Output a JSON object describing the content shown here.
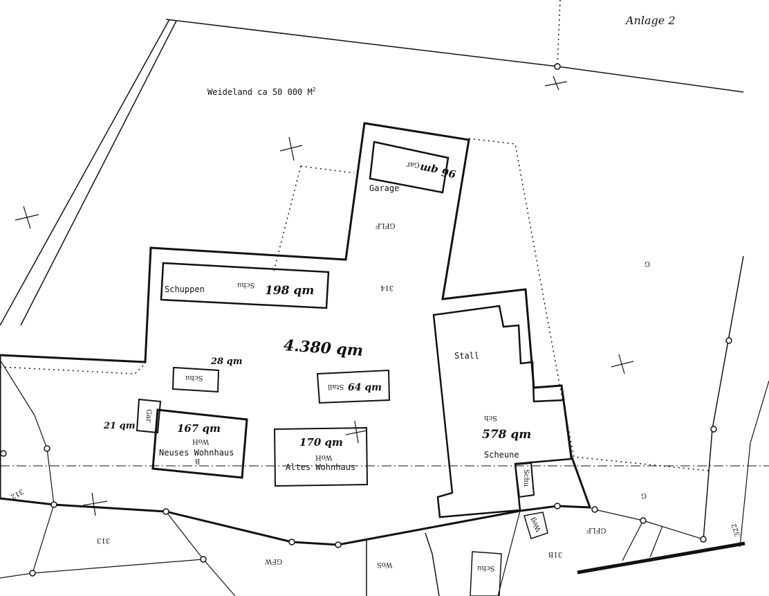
{
  "header": {
    "annex": "Anlage 2"
  },
  "pasture": {
    "label": "Weideland  ca 50 000 M",
    "sup": "2"
  },
  "total_area": "4.380 qm",
  "buildings": [
    {
      "name": "Garage",
      "code": "Gar",
      "area": "96 qm"
    },
    {
      "name": "Schuppen",
      "code": "Schu",
      "area": "198 qm"
    },
    {
      "name": "",
      "code": "Schu",
      "area": "28 qm"
    },
    {
      "name": "",
      "code": "Stall",
      "area": "64 qm"
    },
    {
      "name": "Stall",
      "code": "",
      "area": ""
    },
    {
      "name": "Scheune",
      "code": "Sch",
      "area": "578 qm"
    },
    {
      "name": "Neuses Wohnhaus",
      "code": "WoH",
      "area": "167 qm",
      "extra": "B"
    },
    {
      "name": "Altes Wohnhaus",
      "code": "WoH",
      "area": "170 qm"
    },
    {
      "name": "",
      "code": "Gar",
      "area": "21 qm"
    },
    {
      "name": "",
      "code": "Schu",
      "area": ""
    }
  ],
  "parcel_codes": [
    "GFLF",
    "314",
    "313",
    "312",
    "GFW",
    "GFLF",
    "31B",
    "Weg",
    "322",
    "G",
    "G",
    "WoS",
    "Schu"
  ],
  "colors": {
    "ink": "#111111",
    "paper": "#ffffff"
  }
}
